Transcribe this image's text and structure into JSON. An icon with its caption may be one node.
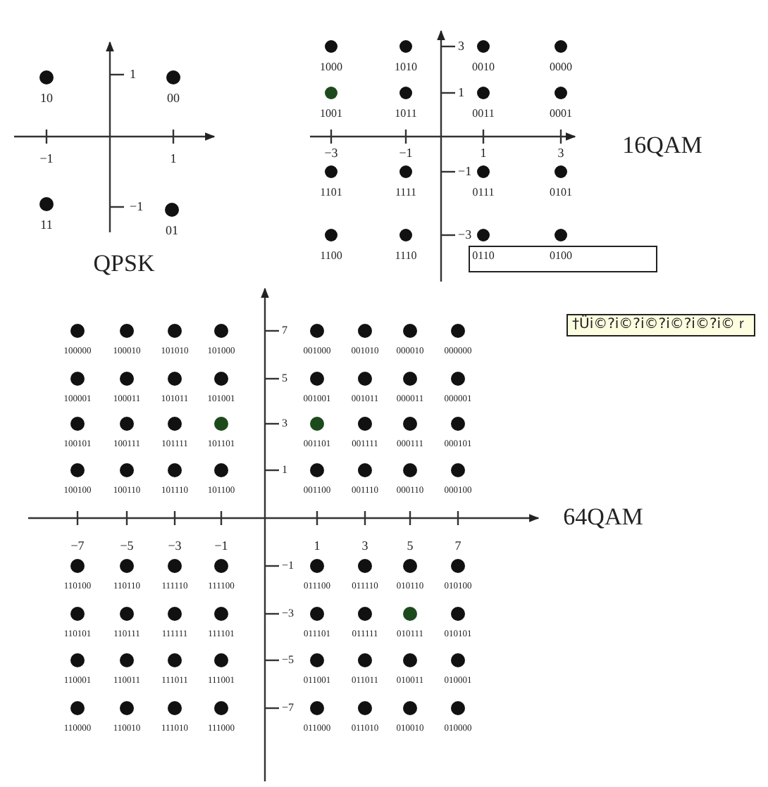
{
  "diagram": {
    "labels": [
      "1",
      "10",
      "00",
      "−1",
      "1",
      "−1",
      "11",
      "01",
      "QPSK",
      "3",
      "1000",
      "1010",
      "0010",
      "0000",
      "1",
      "1001",
      "1011",
      "0011",
      "0001",
      "−3",
      "−1",
      "1",
      "3",
      "−1",
      "1101",
      "1111",
      "0111",
      "0101",
      "−3",
      "1100",
      "1110",
      "0110",
      "0100",
      "16QAM",
      "7",
      "100000",
      "100010",
      "101010",
      "101000",
      "001000",
      "001010",
      "000010",
      "000000",
      "5",
      "100001",
      "100011",
      "101011",
      "101001",
      "001001",
      "001011",
      "000011",
      "000001",
      "3",
      "100101",
      "100111",
      "101111",
      "101101",
      "001101",
      "001111",
      "000111",
      "000101",
      "1",
      "100100",
      "100110",
      "101110",
      "101100",
      "001100",
      "001110",
      "000110",
      "000100",
      "−7",
      "−5",
      "−3",
      "−1",
      "1",
      "3",
      "5",
      "7",
      "−1",
      "110100",
      "110110",
      "111110",
      "111100",
      "011100",
      "011110",
      "010110",
      "010100",
      "−3",
      "110101",
      "110111",
      "111111",
      "111101",
      "011101",
      "011111",
      "010111",
      "010101",
      "−5",
      "110001",
      "110011",
      "111011",
      "111001",
      "011001",
      "011011",
      "010011",
      "010001",
      "−7",
      "110000",
      "110010",
      "111010",
      "111000",
      "011000",
      "011010",
      "010010",
      "010000",
      "64QAM",
      "†Üi©?i©?i©?i©?i©?i©ｒ"
    ]
  }
}
